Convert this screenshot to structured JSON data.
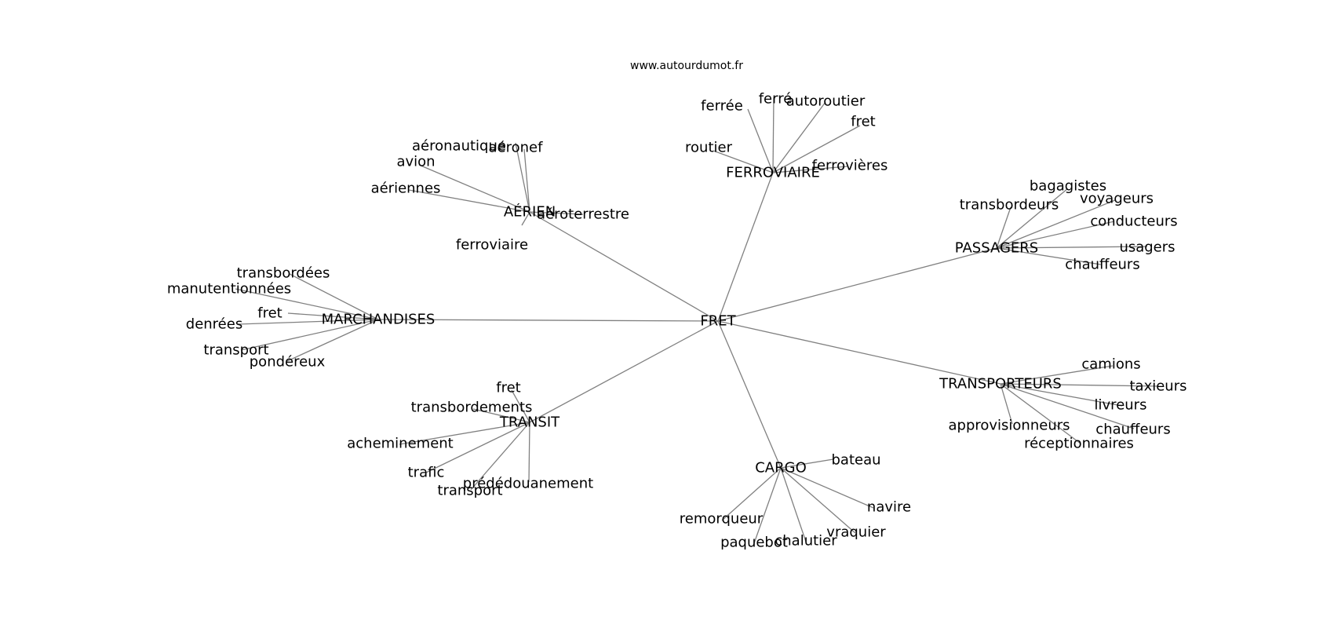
{
  "watermark": "www.autourdumot.fr",
  "graph": {
    "center": "FRET",
    "groups": [
      {
        "hub": "FERROVIAIRE",
        "words": [
          "ferré",
          "ferrée",
          "autoroutier",
          "fret",
          "routier",
          "ferrovières"
        ]
      },
      {
        "hub": "AÉRIEN",
        "words": [
          "aéronautique",
          "aéronef",
          "avion",
          "aériennes",
          "aéroterrestre",
          "ferroviaire"
        ]
      },
      {
        "hub": "PASSAGERS",
        "words": [
          "bagagistes",
          "transbordeurs",
          "voyageurs",
          "conducteurs",
          "usagers",
          "chauffeurs"
        ]
      },
      {
        "hub": "MARCHANDISES",
        "words": [
          "transbordées",
          "manutentionnées",
          "fret",
          "denrées",
          "transport",
          "pondéreux"
        ]
      },
      {
        "hub": "TRANSPORTEURS",
        "words": [
          "camions",
          "taxieurs",
          "livreurs",
          "chauffeurs",
          "approvisionneurs",
          "réceptionnaires"
        ]
      },
      {
        "hub": "TRANSIT",
        "words": [
          "fret",
          "transbordements",
          "acheminement",
          "trafic",
          "prédédouanement",
          "transport"
        ]
      },
      {
        "hub": "CARGO",
        "words": [
          "bateau",
          "navire",
          "vraquier",
          "chalutier",
          "paquebot",
          "remorqueur"
        ]
      }
    ]
  }
}
